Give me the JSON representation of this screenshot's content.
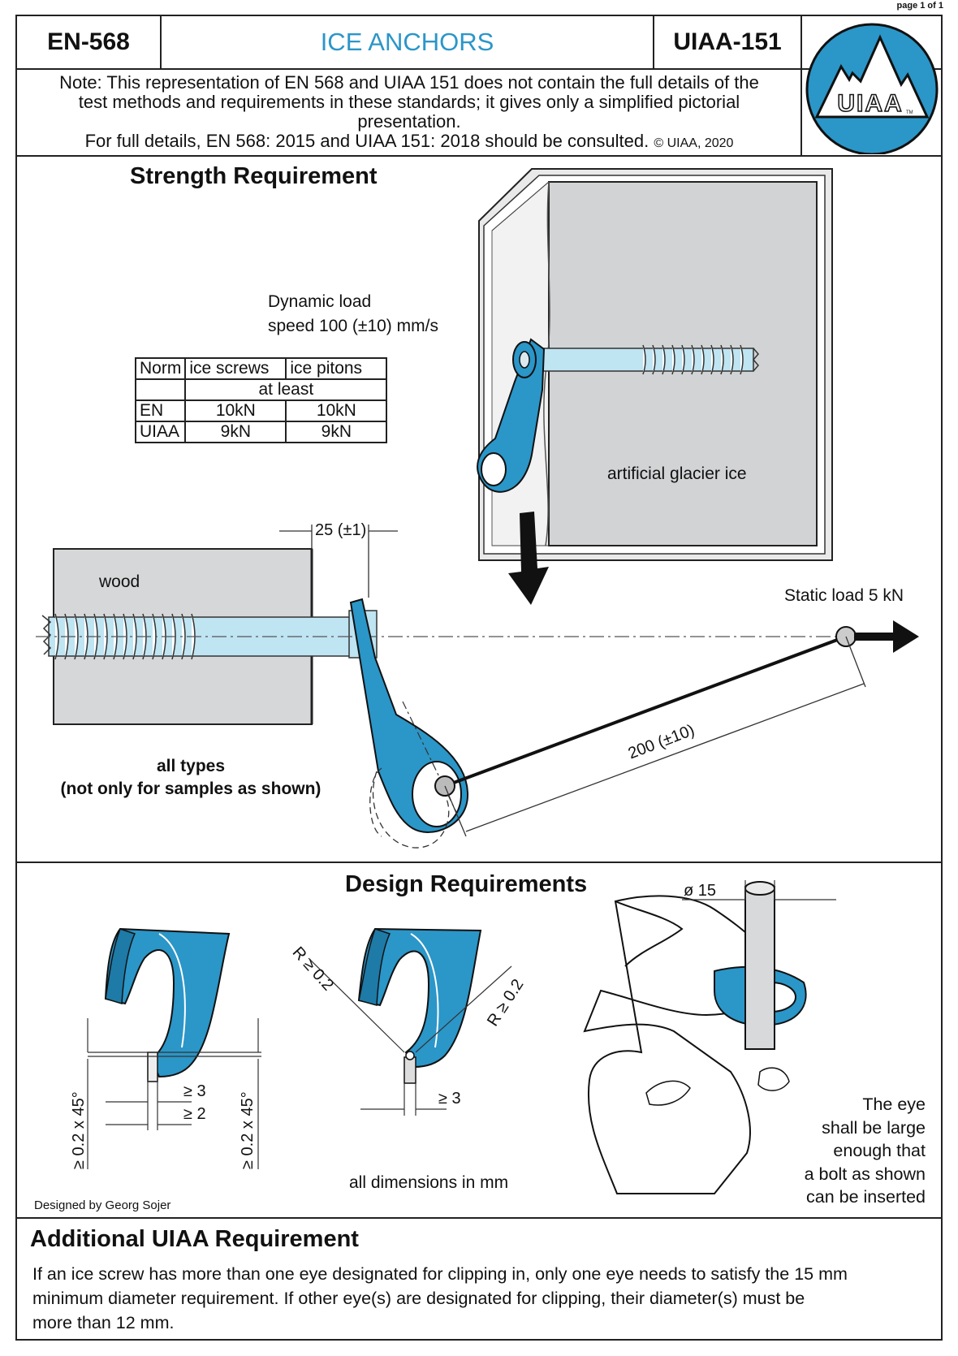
{
  "page_number": "page 1 of 1",
  "header": {
    "left": "EN-568",
    "title": "ICE ANCHORS",
    "right": "UIAA-151",
    "logo_text": "UIAA",
    "logo_tm": "TM"
  },
  "note": {
    "line1": "Note: This representation of EN 568 and UIAA 151 does not contain the full details of the",
    "line2": "test methods and requirements in these standards; it gives only a simplified pictorial",
    "line3": "presentation.",
    "line4": "For full details, EN 568: 2015 and UIAA 151: 2018 should be consulted.",
    "copyright": "© UIAA, 2020"
  },
  "strength": {
    "heading": "Strength Requirement",
    "dynamic_load_1": "Dynamic load",
    "dynamic_load_2": "speed 100 (±10) mm/s",
    "table": {
      "headers": [
        "Norm",
        "ice screws",
        "ice pitons"
      ],
      "subheader": "at least",
      "rows": [
        [
          "EN",
          "10kN",
          "10kN"
        ],
        [
          "UIAA",
          "9kN",
          "9kN"
        ]
      ]
    },
    "ice_label": "artificial glacier ice",
    "wood_label": "wood",
    "dim_25": "25 (±1)",
    "static_load": "Static load 5 kN",
    "dim_200": "200 (±10)",
    "all_types_1": "all types",
    "all_types_2": "(not only for samples as shown)"
  },
  "design": {
    "heading": "Design Requirements",
    "dim_15": "ø 15",
    "angle_left": "≥ 0.2 x 45°",
    "angle_right": "≥ 0.2 x 45°",
    "ge3_a": "≥ 3",
    "ge2": "≥ 2",
    "r_left": "R ≥ 0.2",
    "r_right": "R ≥ 0.2",
    "ge3_b": "≥ 3",
    "all_dims": "all dimensions in mm",
    "eye_1": "The eye",
    "eye_2": "shall be large",
    "eye_3": "enough that",
    "eye_4": "a bolt as shown",
    "eye_5": "can be inserted",
    "designer": "Designed by Georg Sojer"
  },
  "additional": {
    "heading": "Additional UIAA Requirement",
    "line1": "If an ice screw has more than one eye designated for clipping in, only one eye needs to satisfy the 15 mm",
    "line2": "minimum diameter requirement. If other eye(s) are designated for clipping, their diameter(s) must be",
    "line3": "more than 12 mm."
  },
  "colors": {
    "accent_blue": "#2b96c8",
    "light_blue": "#bfe4f2",
    "ice_gray": "#d2d3d5",
    "wood_gray": "#d6d7d9"
  }
}
